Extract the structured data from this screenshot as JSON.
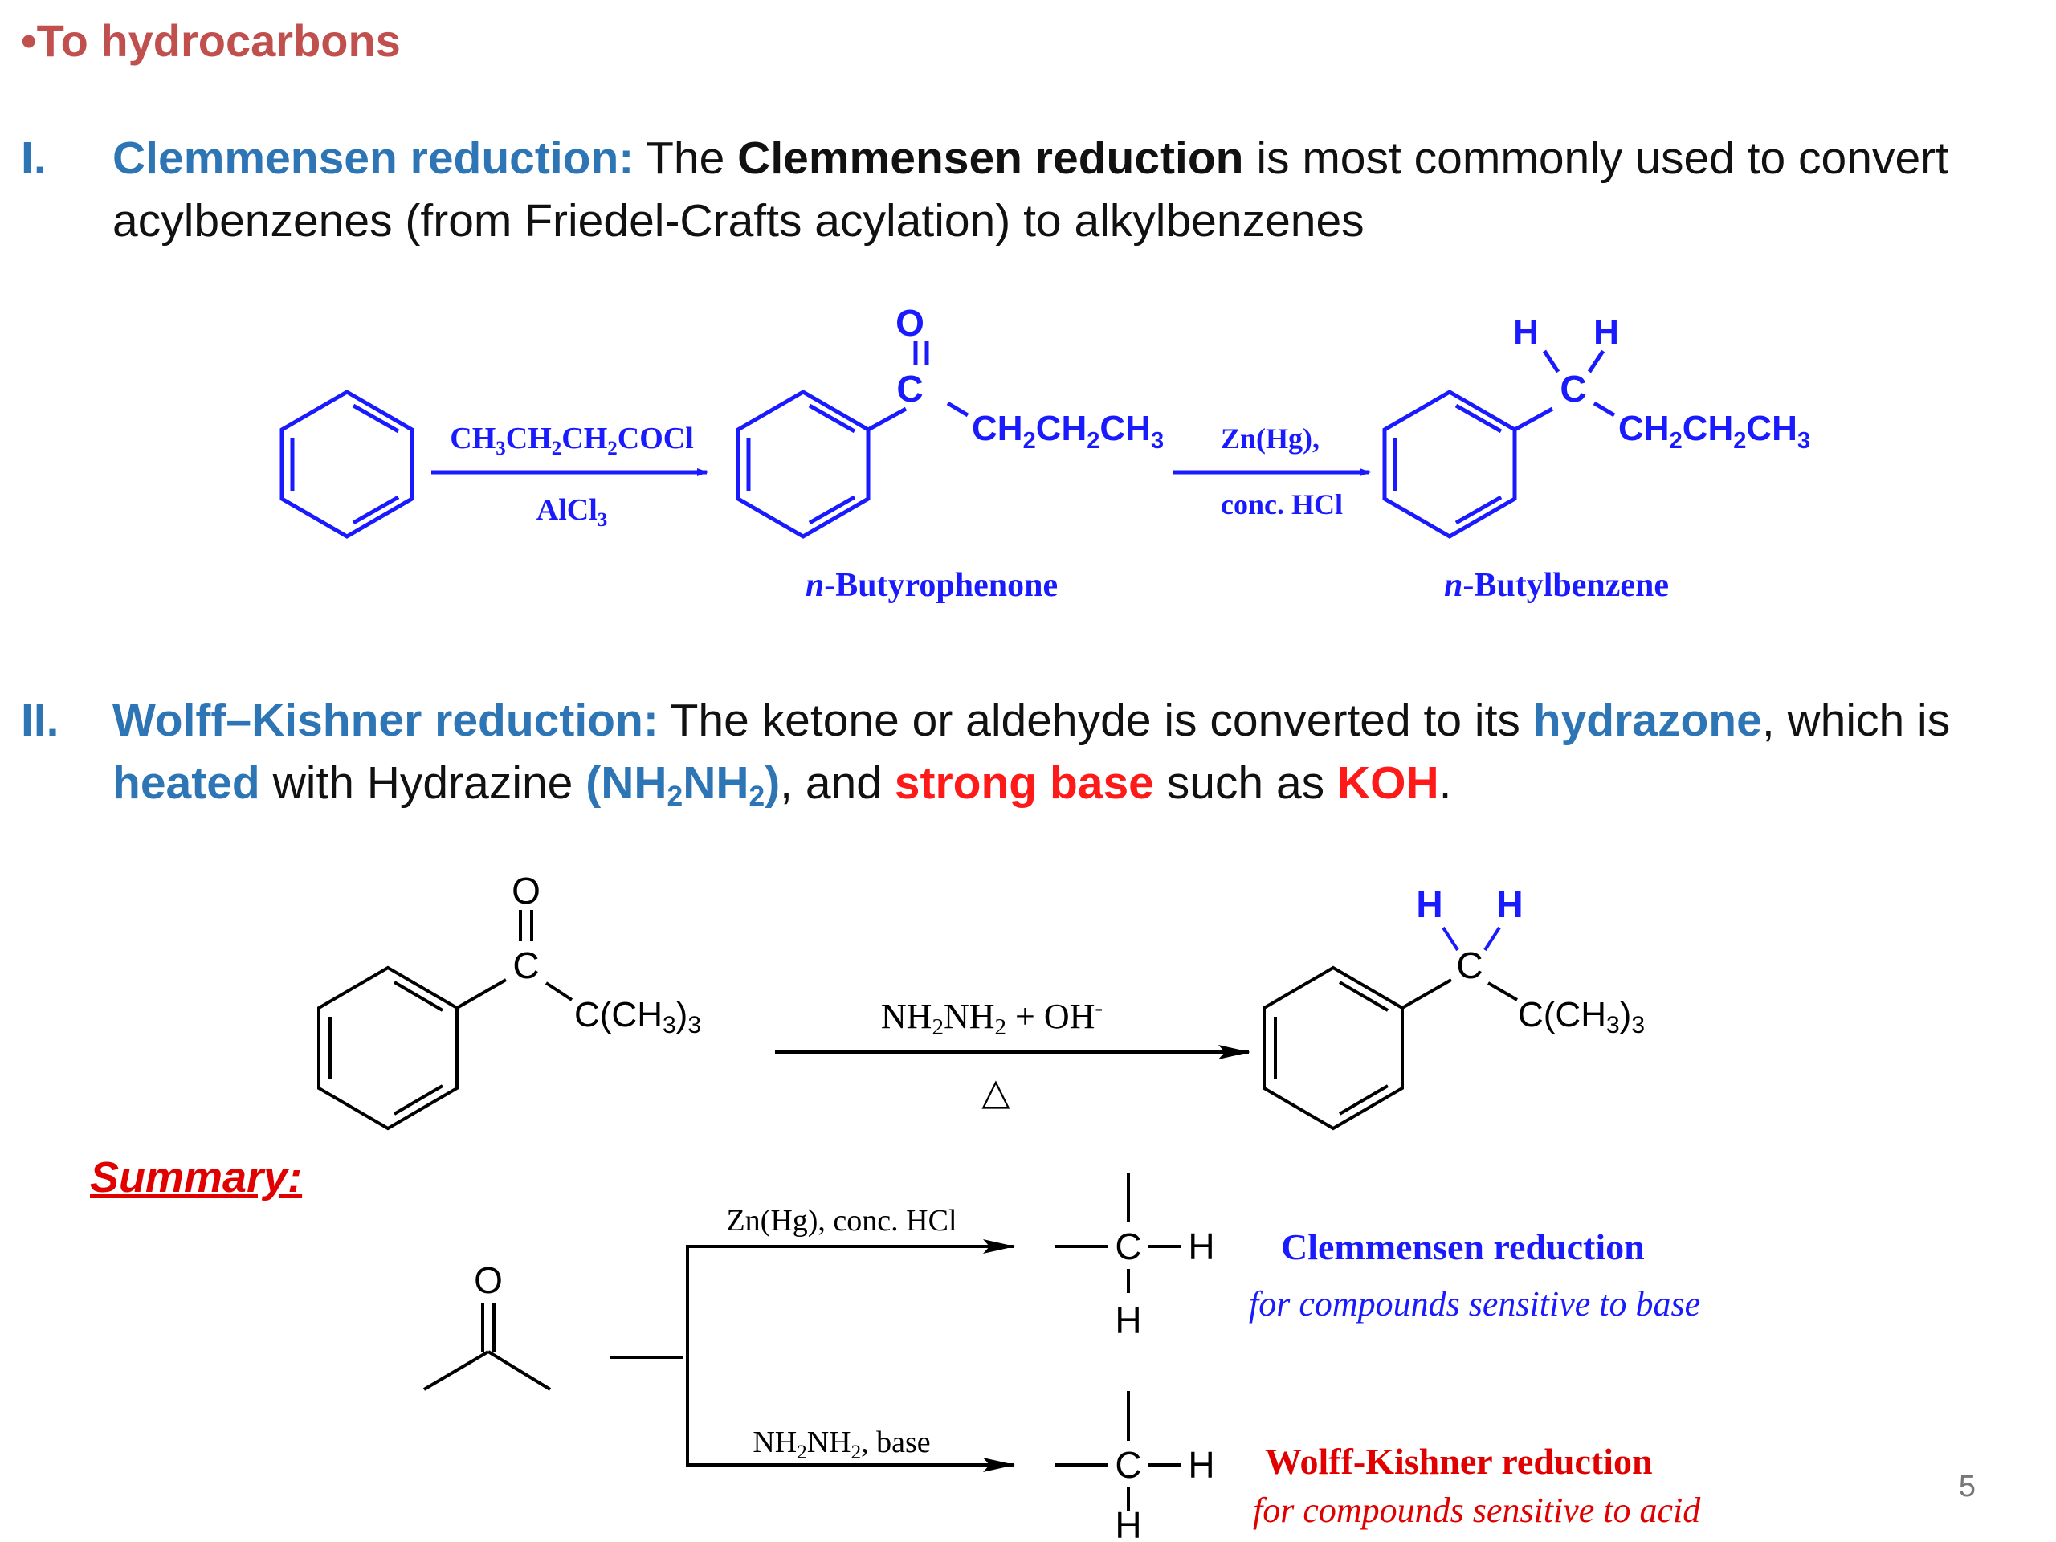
{
  "header": {
    "title": "•To hydrocarbons"
  },
  "section1": {
    "num": "I.",
    "name": "Clemmensen reduction:",
    "t1": " The ",
    "bold": "Clemmensen reduction",
    "t2": " is most commonly used to convert",
    "line2": "acylbenzenes (from Friedel-Crafts acylation) to alkylbenzenes"
  },
  "scheme1": {
    "reagent_top": "CH3CH2CH2COCl",
    "reagent_bottom": "AlCl3",
    "ketone_O": "O",
    "ketone_C": "C",
    "chain1": "CH2CH2CH3",
    "reagent2_top": "Zn(Hg),",
    "reagent2_bottom": "conc. HCl",
    "prod_H1": "H",
    "prod_H2": "H",
    "prod_C": "C",
    "chain2": "CH2CH2CH3",
    "name1_italic": "n",
    "name1_rest": "-Butyrophenone",
    "name2_italic": "n",
    "name2_rest": "-Butylbenzene"
  },
  "section2": {
    "num": "II.",
    "name": "Wolff–Kishner reduction:",
    "t1": " The ketone or aldehyde is converted to its ",
    "hydrazone": "hydrazone",
    "t2": ", which is",
    "heated": "heated",
    "t3": " with Hydrazine ",
    "hyd_open": "(NH",
    "hyd_sub1": "2",
    "hyd_mid": "NH",
    "hyd_sub2": "2",
    "hyd_close": ")",
    "t4": ", and ",
    "strong": "strong base",
    "t5": " such as ",
    "koh": "KOH",
    "t6": "."
  },
  "scheme2": {
    "O": "O",
    "C": "C",
    "sub": "C(CH3)3",
    "reagent": "NH2NH2 + OH-",
    "delta": "△",
    "H1": "H",
    "H2": "H",
    "prodC": "C",
    "prodsub": "C(CH3)3"
  },
  "summary": {
    "title": "Summary:",
    "O": "O",
    "top_reagent": "Zn(Hg), conc. HCl",
    "bottom_reagent": "NH2NH2, base",
    "C": "C",
    "H": "H",
    "clem_name": "Clemmensen reduction",
    "clem_note": "for compounds sensitive to base",
    "wk_name": "Wolff-Kishner reduction",
    "wk_note": "for compounds sensitive to acid"
  },
  "slide_number": "5",
  "colors": {
    "header": "#c0504d",
    "accent": "#2e75b6",
    "scheme": "#1a1aff",
    "warning": "#ff1a1a"
  }
}
